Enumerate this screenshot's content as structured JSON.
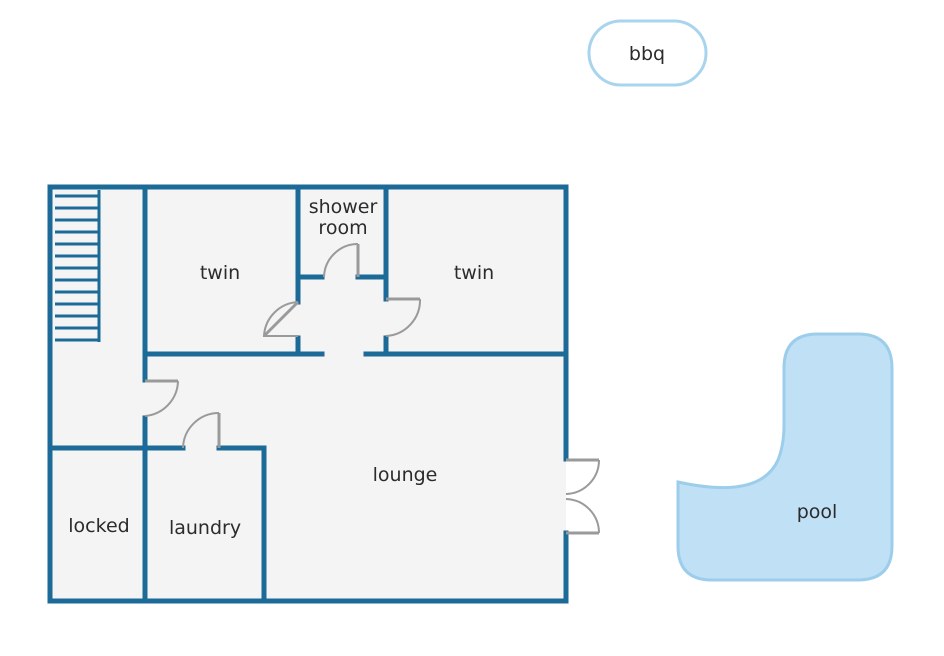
{
  "labels": {
    "bbq": "bbq",
    "twin_left": "twin",
    "shower_line1": "shower",
    "shower_line2": "room",
    "twin_right": "twin",
    "lounge": "lounge",
    "locked": "locked",
    "laundry": "laundry",
    "pool": "pool"
  },
  "colors": {
    "wall": "#1c6a98",
    "floor": "#f4f4f4",
    "pool_fill": "#c0e0f6",
    "pool_stroke": "#9ccdeb",
    "bbq_stroke": "#a9d4ee",
    "door": "#9a9a9a"
  }
}
